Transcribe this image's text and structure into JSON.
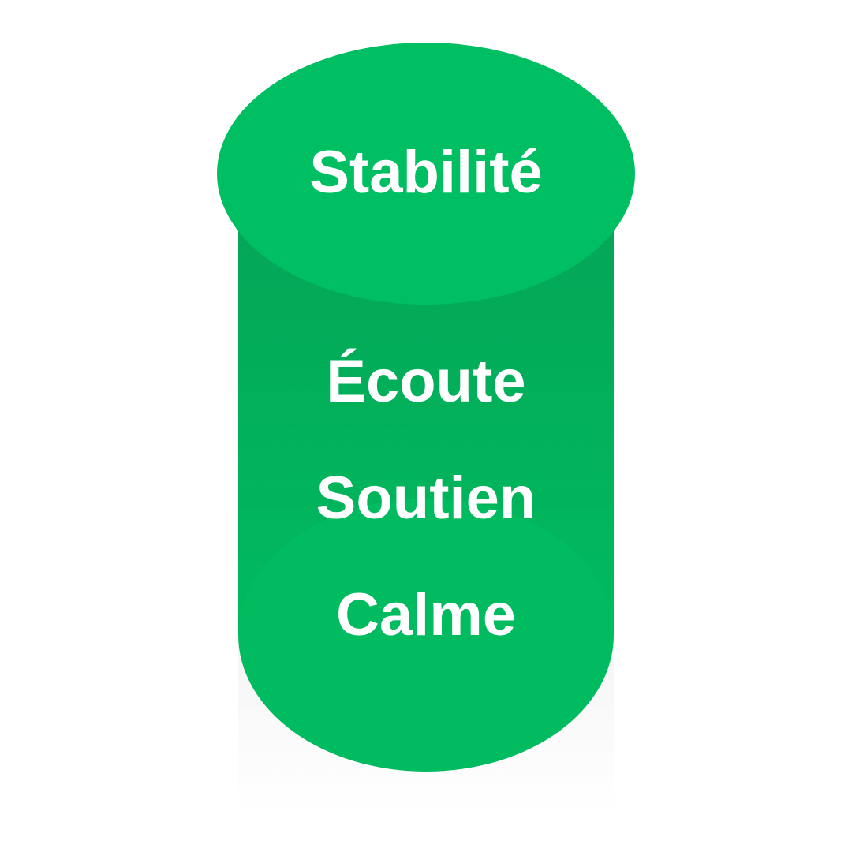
{
  "cylinder": {
    "top_label": "Stabilité",
    "labels": [
      "Écoute",
      "Soutien",
      "Calme"
    ]
  },
  "colors": {
    "top": "#00bf63",
    "body_top": "#04a456",
    "body_bottom": "#00bb5f",
    "text": "#ffffff"
  }
}
